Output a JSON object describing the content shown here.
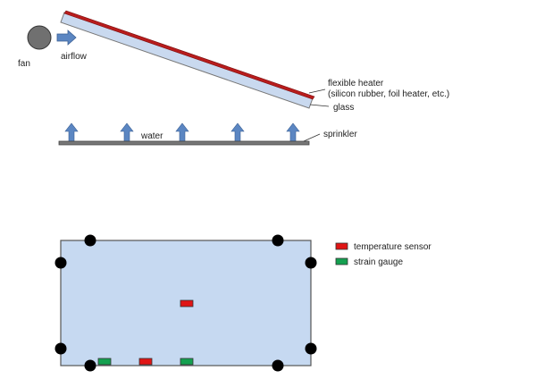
{
  "labels": {
    "fan": "fan",
    "airflow": "airflow",
    "heater_line1": "flexible heater",
    "heater_line2": "(silicon rubber, foil heater, etc.)",
    "glass": "glass",
    "water": "water",
    "sprinkler": "sprinkler"
  },
  "legend": [
    {
      "label": "temperature sensor",
      "color": "#e01515"
    },
    {
      "label": "strain gauge",
      "color": "#14a050"
    }
  ],
  "colors": {
    "fan": "#707070",
    "arrow": "#5b86c2",
    "heater": "#b81c1c",
    "glass": "#c9d9ef",
    "panel_fill": "#c6d9f1",
    "panel_border": "#555555",
    "support_dot": "#000000",
    "sprinkler_bar": "#777777"
  },
  "panel": {
    "support_count": 8,
    "temperature_sensor_count": 2,
    "strain_gauge_count": 2
  }
}
